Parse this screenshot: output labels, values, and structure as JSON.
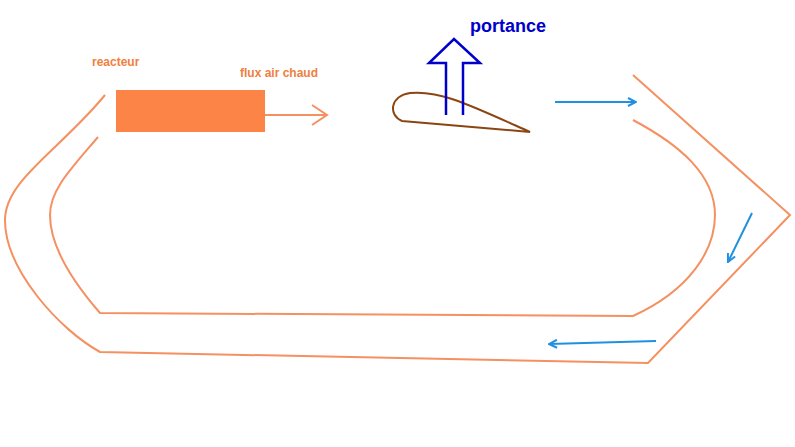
{
  "diagram": {
    "labels": [
      "reacteur",
      "flux air chaud",
      "portance"
    ]
  }
}
